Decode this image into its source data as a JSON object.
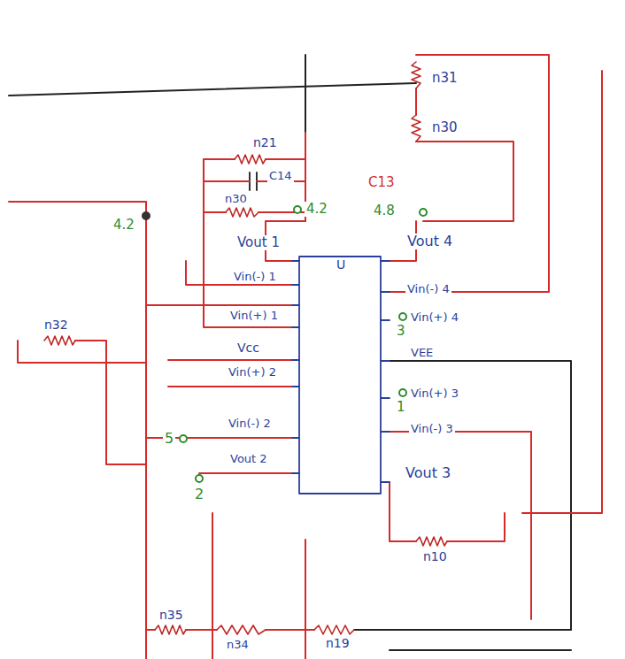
{
  "diagram": {
    "labels": [
      "n31",
      "n30",
      "n21",
      "C14",
      "n30",
      "4.2",
      "C13",
      "4.8",
      "4.2",
      "Vout 1",
      "Vin(-) 1",
      "Vin(+) 1",
      "Vcc",
      "Vin(+) 2",
      "Vin(-) 2",
      "Vout 2",
      "n32",
      "5",
      "2",
      "Vout 4",
      "Vin(-) 4",
      "Vin(+) 4",
      "3",
      "VEE",
      "Vin(+) 3",
      "1",
      "Vin(-) 3",
      "Vout 3",
      "n10",
      "n35",
      "n34",
      "n19",
      "U"
    ]
  }
}
